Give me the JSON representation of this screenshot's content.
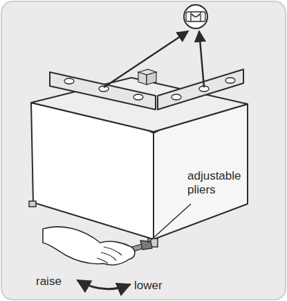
{
  "diagram": {
    "labels": [
      "adjustable pliers",
      "raise",
      "lower"
    ]
  }
}
